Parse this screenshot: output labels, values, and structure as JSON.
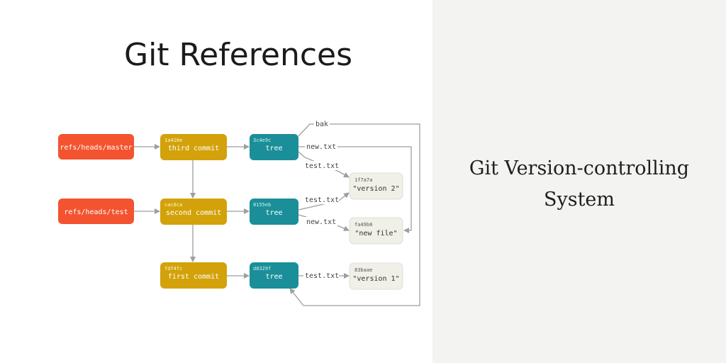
{
  "title": "Git References",
  "subtitle": {
    "line1": "Git Version-controlling",
    "line2": "System"
  },
  "colors": {
    "ref": "#f4532f",
    "commit": "#d3a20a",
    "tree": "#1a8f99",
    "blob": "#f0efe8",
    "arrow": "#9e9e9e",
    "right_panel": "#f3f3f2"
  },
  "refs": [
    {
      "label": "refs/heads/master"
    },
    {
      "label": "refs/heads/test"
    }
  ],
  "commits": [
    {
      "hash": "1a410e",
      "label": "third commit"
    },
    {
      "hash": "cac0ca",
      "label": "second commit"
    },
    {
      "hash": "fdf4fc",
      "label": "first commit"
    }
  ],
  "trees": [
    {
      "hash": "3c4e9c",
      "label": "tree"
    },
    {
      "hash": "0155eb",
      "label": "tree"
    },
    {
      "hash": "d8329f",
      "label": "tree"
    }
  ],
  "blobs": [
    {
      "hash": "1f7a7a",
      "label": "\"version 2\""
    },
    {
      "hash": "fa49b0",
      "label": "\"new file\""
    },
    {
      "hash": "83baae",
      "label": "\"version 1\""
    }
  ],
  "edge_labels": {
    "bak": "bak",
    "new_txt_1": "new.txt",
    "test_txt_1": "test.txt",
    "test_txt_2": "test.txt",
    "new_txt_2": "new.txt",
    "test_txt_3": "test.txt"
  }
}
